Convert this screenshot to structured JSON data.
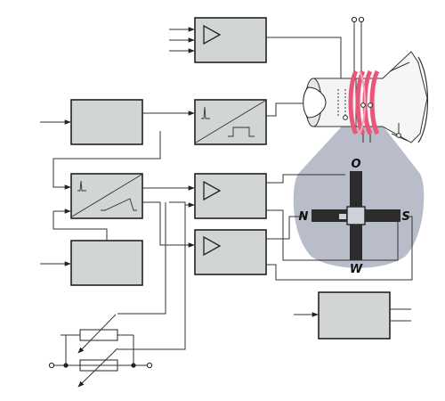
{
  "compass": {
    "top": "O",
    "left": "N",
    "right": "S",
    "bottom": "W"
  },
  "colors": {
    "block_fill": "#d2d6d2",
    "block_stroke": "#222222",
    "wire": "#333333",
    "field_cone": "#b9bcc9",
    "magnet": "#2c2c2c",
    "deflection_coil": "#e8577a"
  },
  "icons": {
    "amplifier": "triangle-amplifier-icon",
    "sawtooth": "sawtooth-generator-icon",
    "pulse": "pulse-waveform-icon",
    "tube": "cathode-ray-tube-icon",
    "potentiometer": "variable-resistor-icon"
  }
}
